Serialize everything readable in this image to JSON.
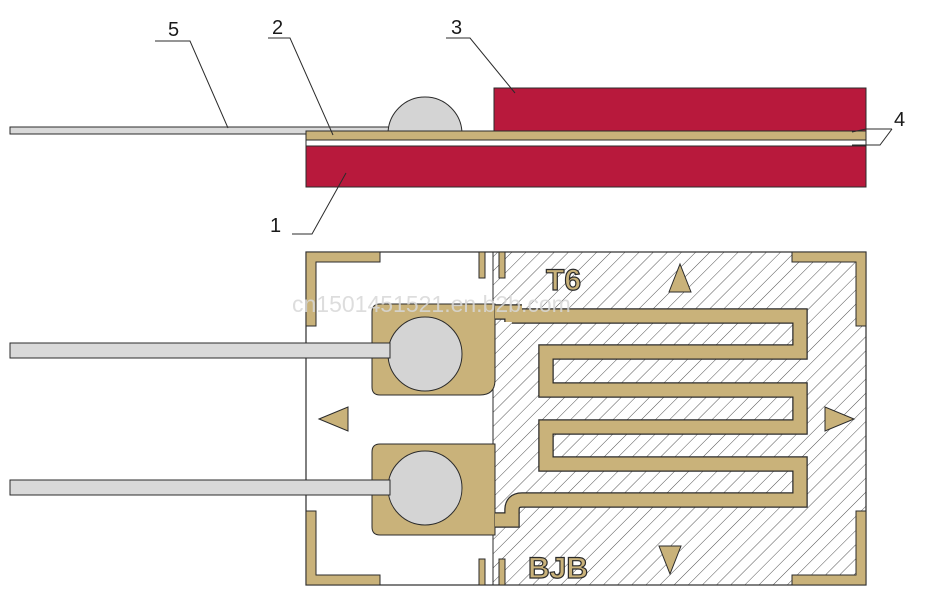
{
  "callouts": {
    "n1": "1",
    "n2": "2",
    "n3": "3",
    "n4": "4",
    "n5": "5"
  },
  "gauge": {
    "marking_top": "T6",
    "marking_bottom": "BJB"
  },
  "watermark": "cn1501451521.en.b2b.com",
  "colors": {
    "substrate": "#b8193c",
    "foil": "#c9b27a",
    "solder": "#d4d4d4",
    "leadwire": "#d9d9d9",
    "outline": "#2b2b2b"
  }
}
